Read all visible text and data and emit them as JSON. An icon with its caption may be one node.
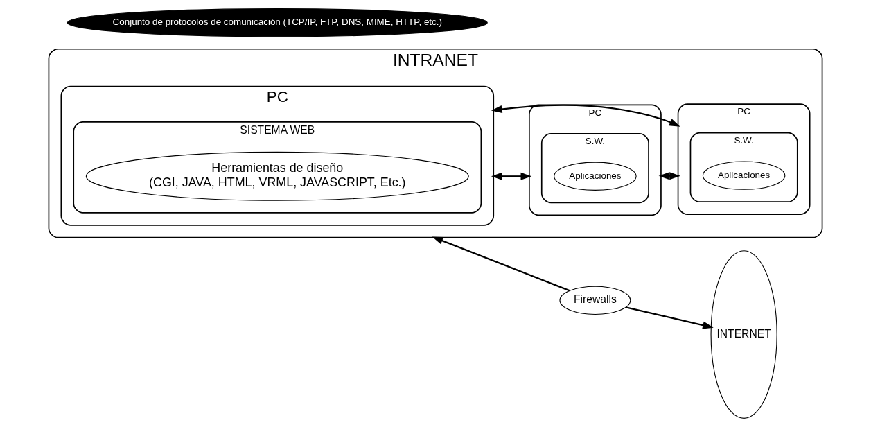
{
  "diagram": {
    "nodes": [
      {
        "text": [
          "INTRANET"
        ]
      },
      {
        "text": [
          "PC"
        ],
        "in": 0
      },
      {
        "text": [
          "SISTEMA WEB"
        ],
        "in": 1
      },
      {
        "text": [
          "Herramientas de diseño",
          "(CGI, JAVA, HTML, VRML, JAVASCRIPT, Etc.)"
        ],
        "in": 2
      },
      {
        "text": [
          "PC"
        ],
        "in": 0
      },
      {
        "text": [
          "S.W."
        ],
        "in": 4
      },
      {
        "text": [
          "Aplicaciones"
        ],
        "in": 5
      },
      {
        "text": [
          "PC"
        ],
        "in": 0
      },
      {
        "text": [
          "S.W."
        ],
        "in": 7
      },
      {
        "text": [
          "Aplicaciones"
        ],
        "in": 8
      },
      {
        "text": [
          "Firewalls"
        ]
      },
      {
        "text": [
          "INTERNET"
        ]
      },
      {
        "text": [
          "Conjunto de protocolos de comunicación (TCP/IP, FTP, DNS, MIME, HTTP, etc.)"
        ]
      }
    ],
    "edges": [
      {
        "from": 1,
        "to": 4,
        "arrow": "both"
      },
      {
        "from": 4,
        "to": 7,
        "arrow": "both"
      },
      {
        "from": 7,
        "to": 1,
        "arrow": "both"
      },
      {
        "from": 10,
        "to": 0,
        "arrow": "to"
      },
      {
        "from": 10,
        "to": 11,
        "arrow": "to"
      }
    ]
  }
}
